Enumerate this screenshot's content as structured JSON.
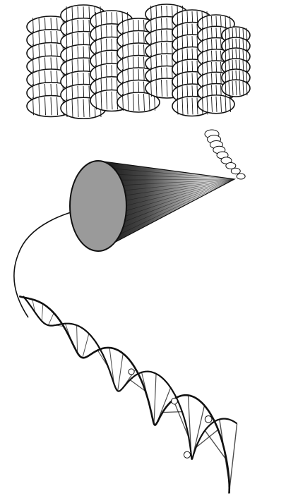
{
  "figure": {
    "kind": "line illustration, no printed text",
    "components": [
      {
        "name": "coiled-chromatin-fiber"
      },
      {
        "name": "magnified-cross-section-cone"
      },
      {
        "name": "dna-double-helix"
      }
    ],
    "colors": {
      "ink": "#111111",
      "coil_fill": "#ffffff",
      "cone_shade": "#2a2a2a",
      "section_fill": "#9a9a9a",
      "background": "#ffffff"
    }
  }
}
